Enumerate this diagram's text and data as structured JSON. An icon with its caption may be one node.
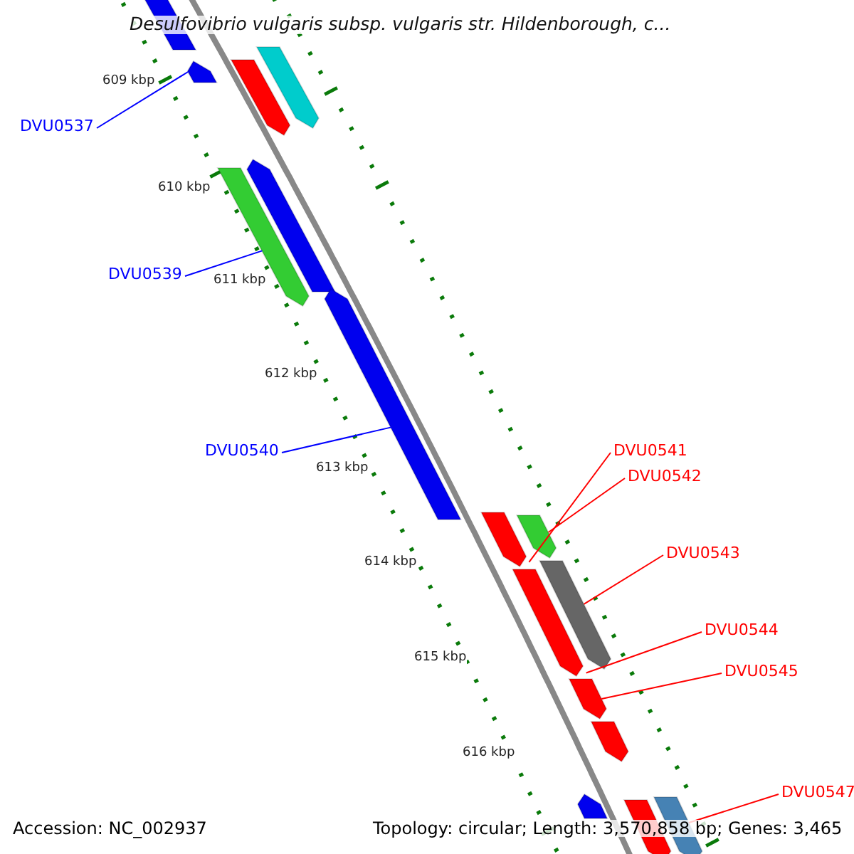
{
  "diagram": {
    "title": "Desulfovibrio vulgaris subsp. vulgaris str. Hildenborough, c...",
    "nodes": [
      {
        "text": [
          "DVU0537"
        ]
      },
      {
        "text": [
          "DVU0539"
        ]
      },
      {
        "text": [
          "DVU0540"
        ]
      },
      {
        "text": [
          "DVU0541"
        ]
      },
      {
        "text": [
          "DVU0542"
        ]
      },
      {
        "text": [
          "DVU0543"
        ]
      },
      {
        "text": [
          "DVU0544"
        ]
      },
      {
        "text": [
          "DVU0545"
        ]
      },
      {
        "text": [
          "DVU0547"
        ]
      },
      {
        "text": [],
        "shape": "bar"
      },
      {
        "text": [],
        "shape": "bar"
      },
      {
        "text": [],
        "shape": "bar"
      },
      {
        "text": [],
        "shape": "bar"
      },
      {
        "text": [],
        "shape": "bar"
      },
      {
        "text": [],
        "shape": "bar"
      },
      {
        "text": [],
        "shape": "bar"
      },
      {
        "text": [],
        "shape": "bar"
      },
      {
        "text": [],
        "shape": "bar"
      },
      {
        "text": [],
        "shape": "bar"
      },
      {
        "text": [],
        "shape": "bar"
      },
      {
        "text": [],
        "shape": "bar"
      },
      {
        "text": [],
        "shape": "bar"
      },
      {
        "text": [],
        "shape": "bar"
      },
      {
        "text": [],
        "shape": "bar"
      },
      {
        "text": [],
        "shape": "bar"
      }
    ],
    "edges": [
      {
        "from": 0,
        "to": 12,
        "arrow": "none",
        "color": "#0000ff"
      },
      {
        "from": 1,
        "to": 14,
        "arrow": "none",
        "color": "#0000ff"
      },
      {
        "from": 2,
        "to": 15,
        "arrow": "none",
        "color": "#0000ff"
      },
      {
        "from": 3,
        "to": 16,
        "arrow": "none"
      },
      {
        "from": 4,
        "to": 17,
        "arrow": "none"
      },
      {
        "from": 5,
        "to": 18,
        "arrow": "none"
      },
      {
        "from": 6,
        "to": 19,
        "arrow": "none"
      },
      {
        "from": 7,
        "to": 20,
        "arrow": "none"
      },
      {
        "from": 8,
        "to": 23,
        "arrow": "none"
      }
    ],
    "labels": [
      "609 kbp",
      "610 kbp",
      "611 kbp",
      "612 kbp",
      "613 kbp",
      "614 kbp",
      "615 kbp",
      "616 kbp",
      "Accession: NC_002937",
      "Topology: circular; Length: 3,570,858 bp; Genes: 3,465"
    ]
  }
}
